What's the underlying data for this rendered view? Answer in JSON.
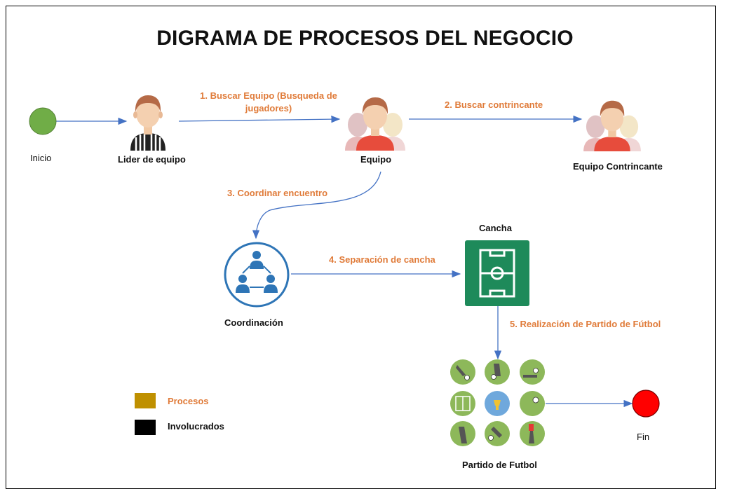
{
  "title": "DIGRAMA DE PROCESOS DEL NEGOCIO",
  "nodes": {
    "start": "Inicio",
    "leader": "Lider de equipo",
    "team": "Equipo",
    "opponent": "Equipo Contrincante",
    "coordination": "Coordinación",
    "field": "Cancha",
    "match": "Partido de Futbol",
    "end": "Fin"
  },
  "processes": {
    "p1_line1": "1. Buscar Equipo (Busqueda de",
    "p1_line2": "jugadores)",
    "p2": "2. Buscar contrincante",
    "p3": "3. Coordinar encuentro",
    "p4": "4. Separación de cancha",
    "p5": "5. Realización de Partido de Fútbol"
  },
  "legend": {
    "processes": "Procesos",
    "involved": "Involucrados"
  },
  "colors": {
    "arrow": "#4472c4",
    "process_text": "#e07b39",
    "start": "#70ad47",
    "end": "#ff0000",
    "field": "#1e8a5a",
    "coordination": "#2e75b6",
    "legend_process": "#bf9000",
    "legend_involved": "#000000"
  }
}
